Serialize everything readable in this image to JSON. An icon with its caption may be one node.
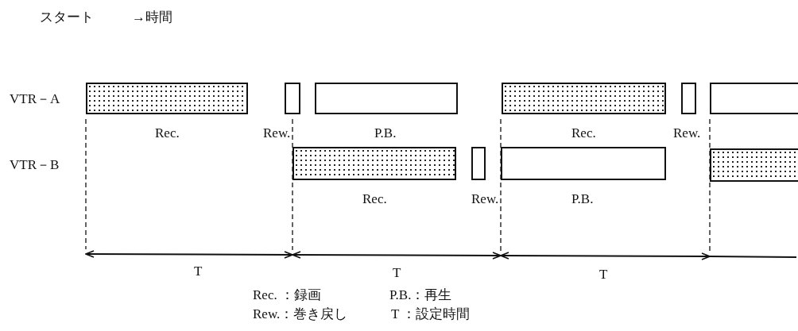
{
  "diagram": {
    "nodes": [
      {
        "text": [],
        "shape": "bar",
        "beside": [
          "Rec."
        ]
      },
      {
        "text": [],
        "shape": "bar",
        "beside": [
          "Rew."
        ]
      },
      {
        "text": [],
        "shape": "bar",
        "beside": [
          "P.B."
        ]
      },
      {
        "text": [],
        "shape": "bar",
        "beside": [
          "Rec."
        ]
      },
      {
        "text": [],
        "shape": "bar",
        "beside": [
          "Rew."
        ]
      },
      {
        "text": [],
        "shape": "bar"
      },
      {
        "text": [],
        "shape": "bar",
        "beside": [
          "Rec."
        ]
      },
      {
        "text": [],
        "shape": "bar",
        "beside": [
          "Rew."
        ]
      },
      {
        "text": [],
        "shape": "bar",
        "beside": [
          "P.B."
        ]
      },
      {
        "text": [],
        "shape": "bar"
      }
    ],
    "edges": [],
    "labels": [
      "スタート",
      "→時間",
      "VTR－A",
      "VTR－B",
      "T",
      "T",
      "T",
      "Rec. ：録画",
      "P.B.：再生",
      "Rew.：巻き戻し",
      "T ：設定時間"
    ]
  }
}
